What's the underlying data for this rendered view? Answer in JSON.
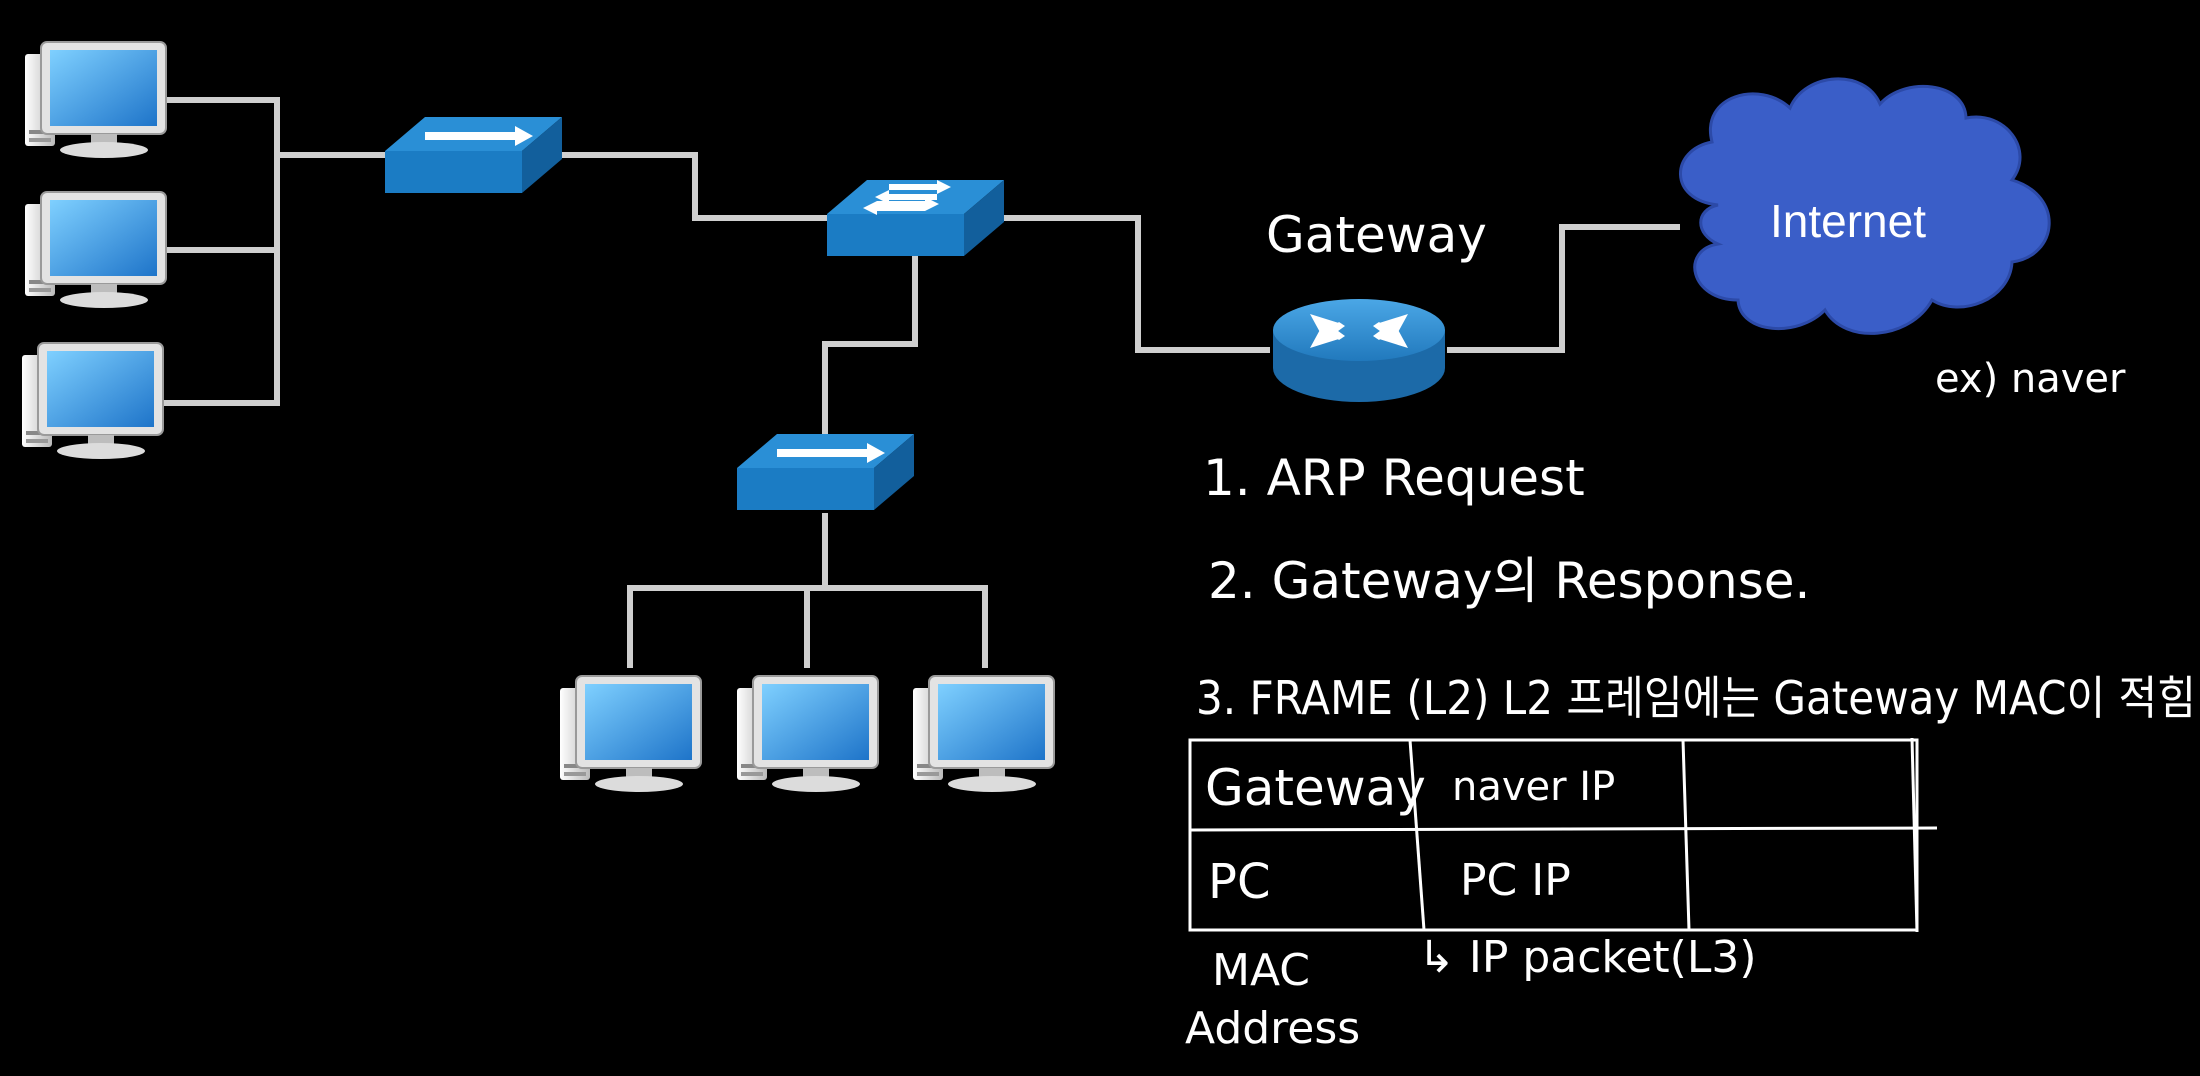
{
  "cloud": {
    "label": "Internet",
    "example": "ex) naver",
    "color": "#3a5ec8"
  },
  "router": {
    "label": "Gateway"
  },
  "steps": [
    "1. ARP Request",
    "2. Gateway의 Response.",
    "3. FRAME (L2) L2 프레임에는 Gateway MAC이 적힘"
  ],
  "frame_table": {
    "row1": [
      "Gateway",
      "naver IP",
      ""
    ],
    "row2": [
      "PC",
      "PC IP",
      ""
    ],
    "mac_label": "MAC",
    "address_label": "Address",
    "packet_label": "↳ IP packet(L3)"
  },
  "colors": {
    "background": "#000000",
    "link": "#cfcfcf",
    "switch_top": "#2a8fd6",
    "switch_side": "#1565a6",
    "router": "#2e86c8"
  }
}
